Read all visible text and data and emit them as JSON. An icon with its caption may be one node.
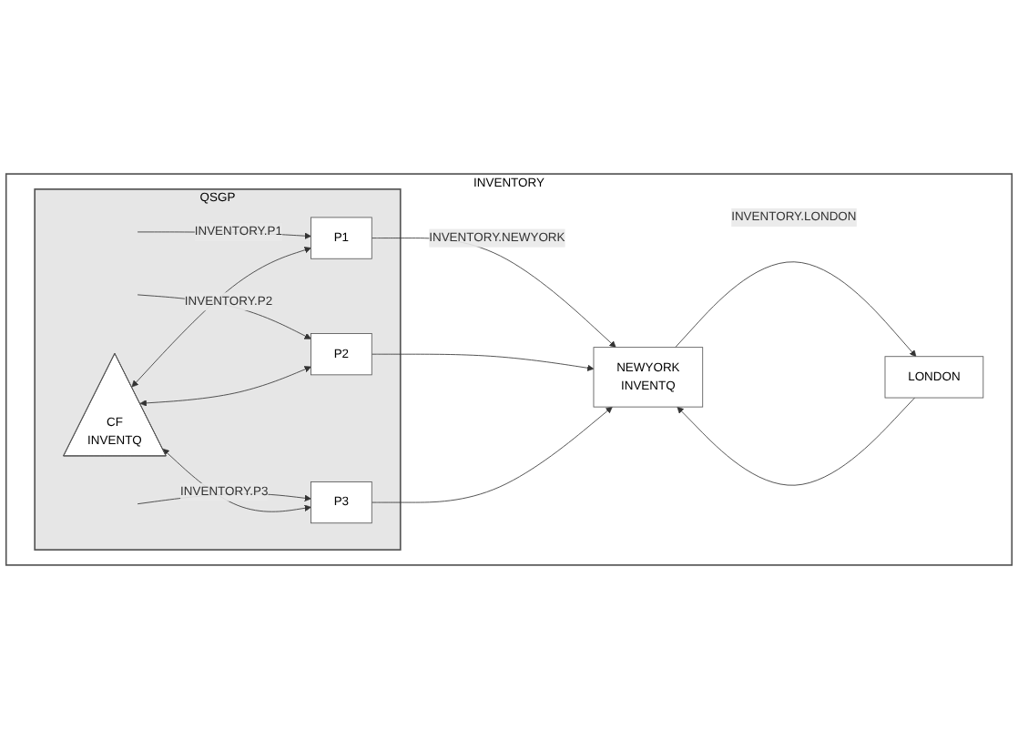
{
  "diagram": {
    "nodes": [
      {
        "text": [
          "INVENTORY"
        ]
      },
      {
        "text": [
          "NEWYORK",
          "INVENTQ"
        ],
        "in": 0
      },
      {
        "text": [
          "LONDON"
        ],
        "in": 0
      },
      {
        "text": [
          "QSGP"
        ],
        "in": 0
      },
      {
        "text": [
          "P1"
        ],
        "in": 3
      },
      {
        "text": [
          "P2"
        ],
        "in": 3
      },
      {
        "text": [
          "P3"
        ],
        "in": 3
      },
      {
        "text": [
          "CF",
          "INVENTQ"
        ],
        "in": 3
      }
    ],
    "edges": [
      {
        "from": 4,
        "to": 1,
        "arrow": "to",
        "label": "INVENTORY.NEWYORK"
      },
      {
        "from": 5,
        "to": 1,
        "arrow": "to"
      },
      {
        "from": 2,
        "to": 1,
        "arrow": "to"
      },
      {
        "from": 6,
        "to": 1,
        "arrow": "to"
      },
      {
        "from": 1,
        "to": 2,
        "arrow": "to",
        "label": "INVENTORY.LONDON"
      },
      {
        "from": null,
        "to": 4,
        "arrow": "to",
        "label": "INVENTORY.P1"
      },
      {
        "from": null,
        "to": 5,
        "arrow": "to",
        "label": "INVENTORY.P2"
      },
      {
        "from": null,
        "to": 6,
        "arrow": "to",
        "label": "INVENTORY.P3"
      },
      {
        "from": 7,
        "to": 4,
        "arrow": "both"
      },
      {
        "from": 7,
        "to": 5,
        "arrow": "both"
      },
      {
        "from": 7,
        "to": 6,
        "arrow": "both"
      }
    ]
  }
}
